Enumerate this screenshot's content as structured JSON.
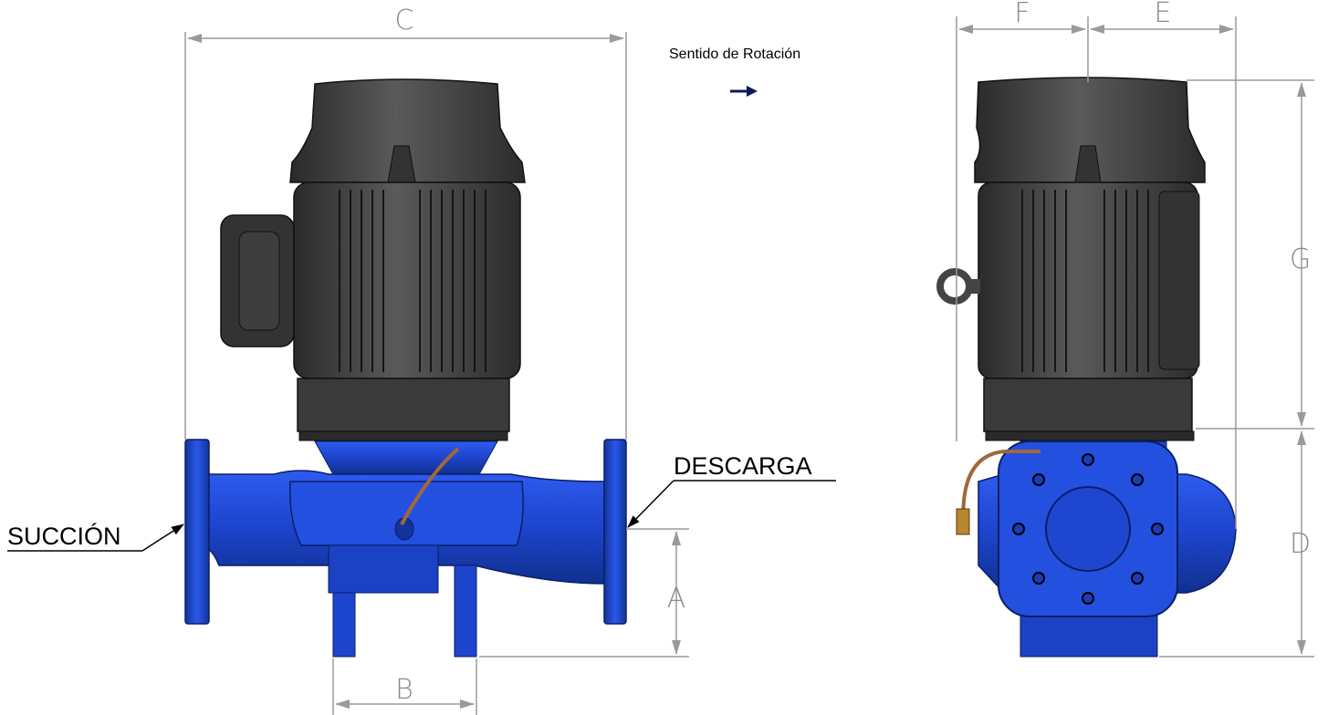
{
  "dimensions": {
    "A": "A",
    "B": "B",
    "C": "C",
    "D": "D",
    "E": "E",
    "F": "F",
    "G": "G"
  },
  "callouts": {
    "suction": "SUCCIÓN",
    "discharge": "DESCARGA"
  },
  "rotation_note": "Sentido de Rotación",
  "colors": {
    "motor": "#3f3f3f",
    "motor_dark": "#262626",
    "pump": "#1f48d4",
    "pump_dark": "#102c8a",
    "dimension_line": "#9a9a9a",
    "rotation_arrow": "#0a1a5a",
    "pipe": "#a0683a"
  }
}
